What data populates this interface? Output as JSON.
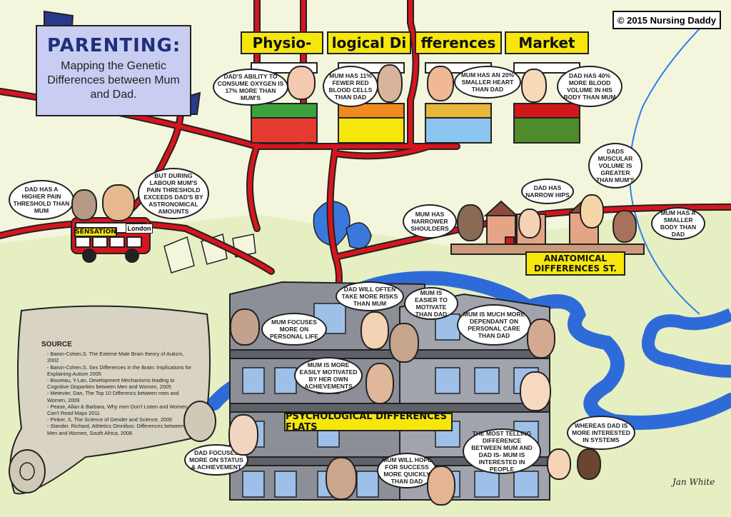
{
  "copyright": "© 2015 Nursing Daddy",
  "title": {
    "heading": "PARENTING:",
    "subtitle": "Mapping the Genetic Differences between Mum and Dad."
  },
  "market_sign": [
    "Physio-",
    "logical Di",
    "fferences",
    "Market"
  ],
  "market_bubbles": [
    "DAD'S ABILITY TO CONSUME OXYGEN IS 17% MORE THAN MUM'S",
    "MUM HAS 11% FEWER RED BLOOD CELLS THAN DAD",
    "MUM HAS AN 20% SMALLER HEART THAN DAD",
    "DAD HAS 40% MORE BLOOD VOLUME IN HIS BODY THAN MUM"
  ],
  "sensation": {
    "bus_label": "SENSATION",
    "bus_dest": "London",
    "bubble_dad": "DAD HAS A HIGHER PAIN THRESHOLD THAN MUM",
    "bubble_mum": "BUT DURING LABOUR MUM'S PAIN THRESHOLD EXCEEDS DAD'S BY ASTRONOMICAL AMOUNTS"
  },
  "anatomical": {
    "sign": "ANATOMICAL DIFFERENCES ST.",
    "bubbles": [
      "MUM HAS NARROWER SHOULDERS",
      "DAD HAS NARROW HIPS",
      "DADS MUSCULAR VOLUME IS GREATER THAN MUM'S",
      "MUM HAS A SMALLER BODY THAN DAD"
    ]
  },
  "psych": {
    "sign": "PSYCHOLOGICAL DIFFERENCES FLATS",
    "bubbles": [
      "MUM FOCUSES MORE ON PERSONAL LIFE",
      "DAD WILL OFTEN TAKE MORE RISKS THAN MUM",
      "MUM IS EASIER TO MOTIVATE THAN DAD",
      "MUM IS MUCH MORE DEPENDANT ON PERSONAL CARE THAN DAD",
      "MUM IS MORE EASILY MOTIVATED BY HER OWN ACHIEVEMENTS",
      "DAD FOCUSES MORE ON STATUS & ACHIEVEMENT",
      "MUM WILL HOPE FOR SUCCESS MORE QUICKLY THAN DAD",
      "THE MOST TELLING DIFFERENCE BETWEEN MUM AND DAD IS- MUM IS INTERESTED IN PEOPLE",
      "WHEREAS DAD IS MORE INTERESTED IN SYSTEMS"
    ]
  },
  "source": {
    "heading": "SOURCE",
    "items": [
      "- Baron-Cohen,S. The Exteme Male Brain theory of Autism, 2002",
      "- Baron-Cohen,S. Sex Differences in the Brain: Implications for Explaining Autism 2005",
      "- Boureau, Y-Lan, Development Mechanisms leading to Cognitive Disparities between Men and Women, 2005",
      "- Metevier, Dan, The Top 10 Differencs between men and Women, 2009",
      "- Pease, Allan & Barbara, Why men Don't Listen and Women Can't Read Maps 2011",
      "- Pinker, S, The Science of Gender and Science, 2005",
      "- Stander, Richard, Athletics Omnibus: Differences between Men and Women, South Africa, 2008"
    ]
  },
  "signature": "Jan White",
  "colors": {
    "road": "#d8141c",
    "river": "#2f6bd8",
    "water": "#3b78dc",
    "sign": "#f6e60c",
    "panel": "#c9cdf2",
    "land": "#f3f6dd",
    "land_dark": "#e6efc2"
  }
}
